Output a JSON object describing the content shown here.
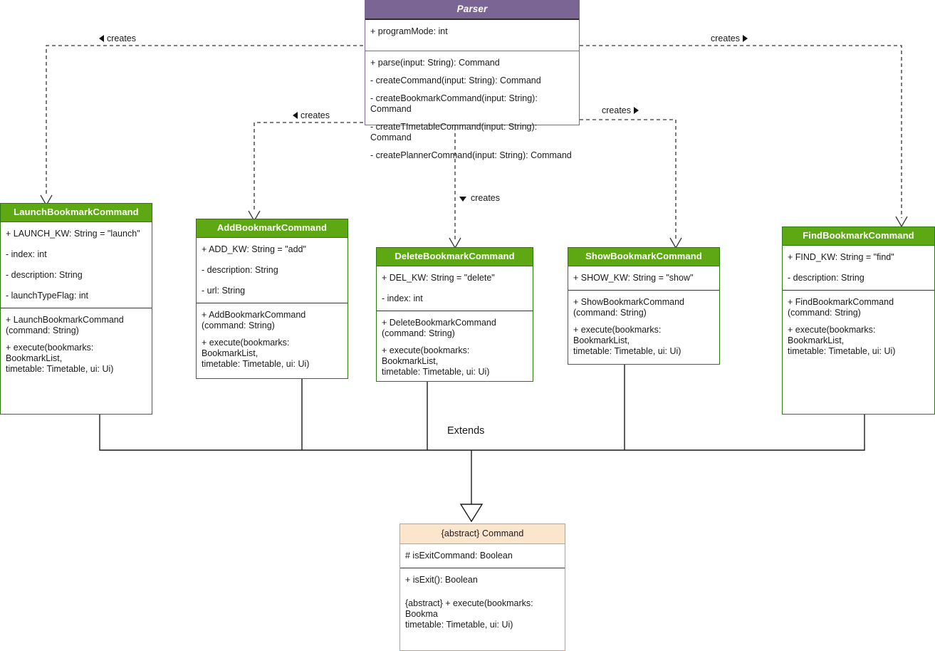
{
  "diagram": {
    "title": "Bookmark Command Class Diagram",
    "colors": {
      "parser_header": "#7B6594",
      "command_header": "#5EA813",
      "abstract_header": "#FCE5CD",
      "abstract_border": "#D6A44C",
      "green_border": "#2E7A12"
    },
    "inheritance_label": "Extends"
  },
  "classes": {
    "parser": {
      "name": "Parser",
      "stereotype": "",
      "attributes": [
        "+ programMode: int"
      ],
      "operations": [
        "+ parse(input: String): Command",
        "- createCommand(input: String): Command",
        "- createBookmarkCommand(input: String): Command",
        "- createTImetableCommand(input: String): Command",
        "- createPlannerCommand(input: String): Command"
      ]
    },
    "launch": {
      "name": "LaunchBookmarkCommand",
      "attributes": [
        "+ LAUNCH_KW: String = \"launch\"",
        "- index: int",
        "- description: String",
        "- launchTypeFlag: int"
      ],
      "operations": [
        "+ LaunchBookmarkCommand\n(command: String)",
        "+ execute(bookmarks: BookmarkList,\ntimetable: Timetable, ui: Ui)"
      ]
    },
    "add": {
      "name": "AddBookmarkCommand",
      "attributes": [
        "+ ADD_KW: String = \"add\"",
        "- description: String",
        "- url: String"
      ],
      "operations": [
        "+ AddBookmarkCommand\n(command: String)",
        "+ execute(bookmarks: BookmarkList,\ntimetable: Timetable, ui: Ui)"
      ]
    },
    "delete": {
      "name": "DeleteBookmarkCommand",
      "attributes": [
        "+ DEL_KW: String = \"delete\"",
        "- index: int"
      ],
      "operations": [
        "+ DeleteBookmarkCommand\n(command: String)",
        "+ execute(bookmarks: BookmarkList,\ntimetable: Timetable, ui: Ui)"
      ]
    },
    "show": {
      "name": "ShowBookmarkCommand",
      "attributes": [
        "+ SHOW_KW: String = \"show\""
      ],
      "operations": [
        "+ ShowBookmarkCommand\n(command: String)",
        "+ execute(bookmarks: BookmarkList,\ntimetable: Timetable, ui: Ui)"
      ]
    },
    "find": {
      "name": "FindBookmarkCommand",
      "attributes": [
        "+ FIND_KW: String = \"find\"",
        "- description: String"
      ],
      "operations": [
        "+ FindBookmarkCommand\n(command: String)",
        "+ execute(bookmarks: BookmarkList,\ntimetable: Timetable, ui: Ui)"
      ]
    },
    "command": {
      "name": "{abstract} Command",
      "attributes": [
        "# isExitCommand: Boolean"
      ],
      "operations": [
        "+ isExit(): Boolean",
        "{abstract} + execute(bookmarks: Bookma\ntimetable: Timetable, ui: Ui)"
      ]
    }
  },
  "edges": {
    "creates_launch": "creates",
    "creates_add": "creates",
    "creates_delete": "creates",
    "creates_show": "creates",
    "creates_find": "creates"
  }
}
